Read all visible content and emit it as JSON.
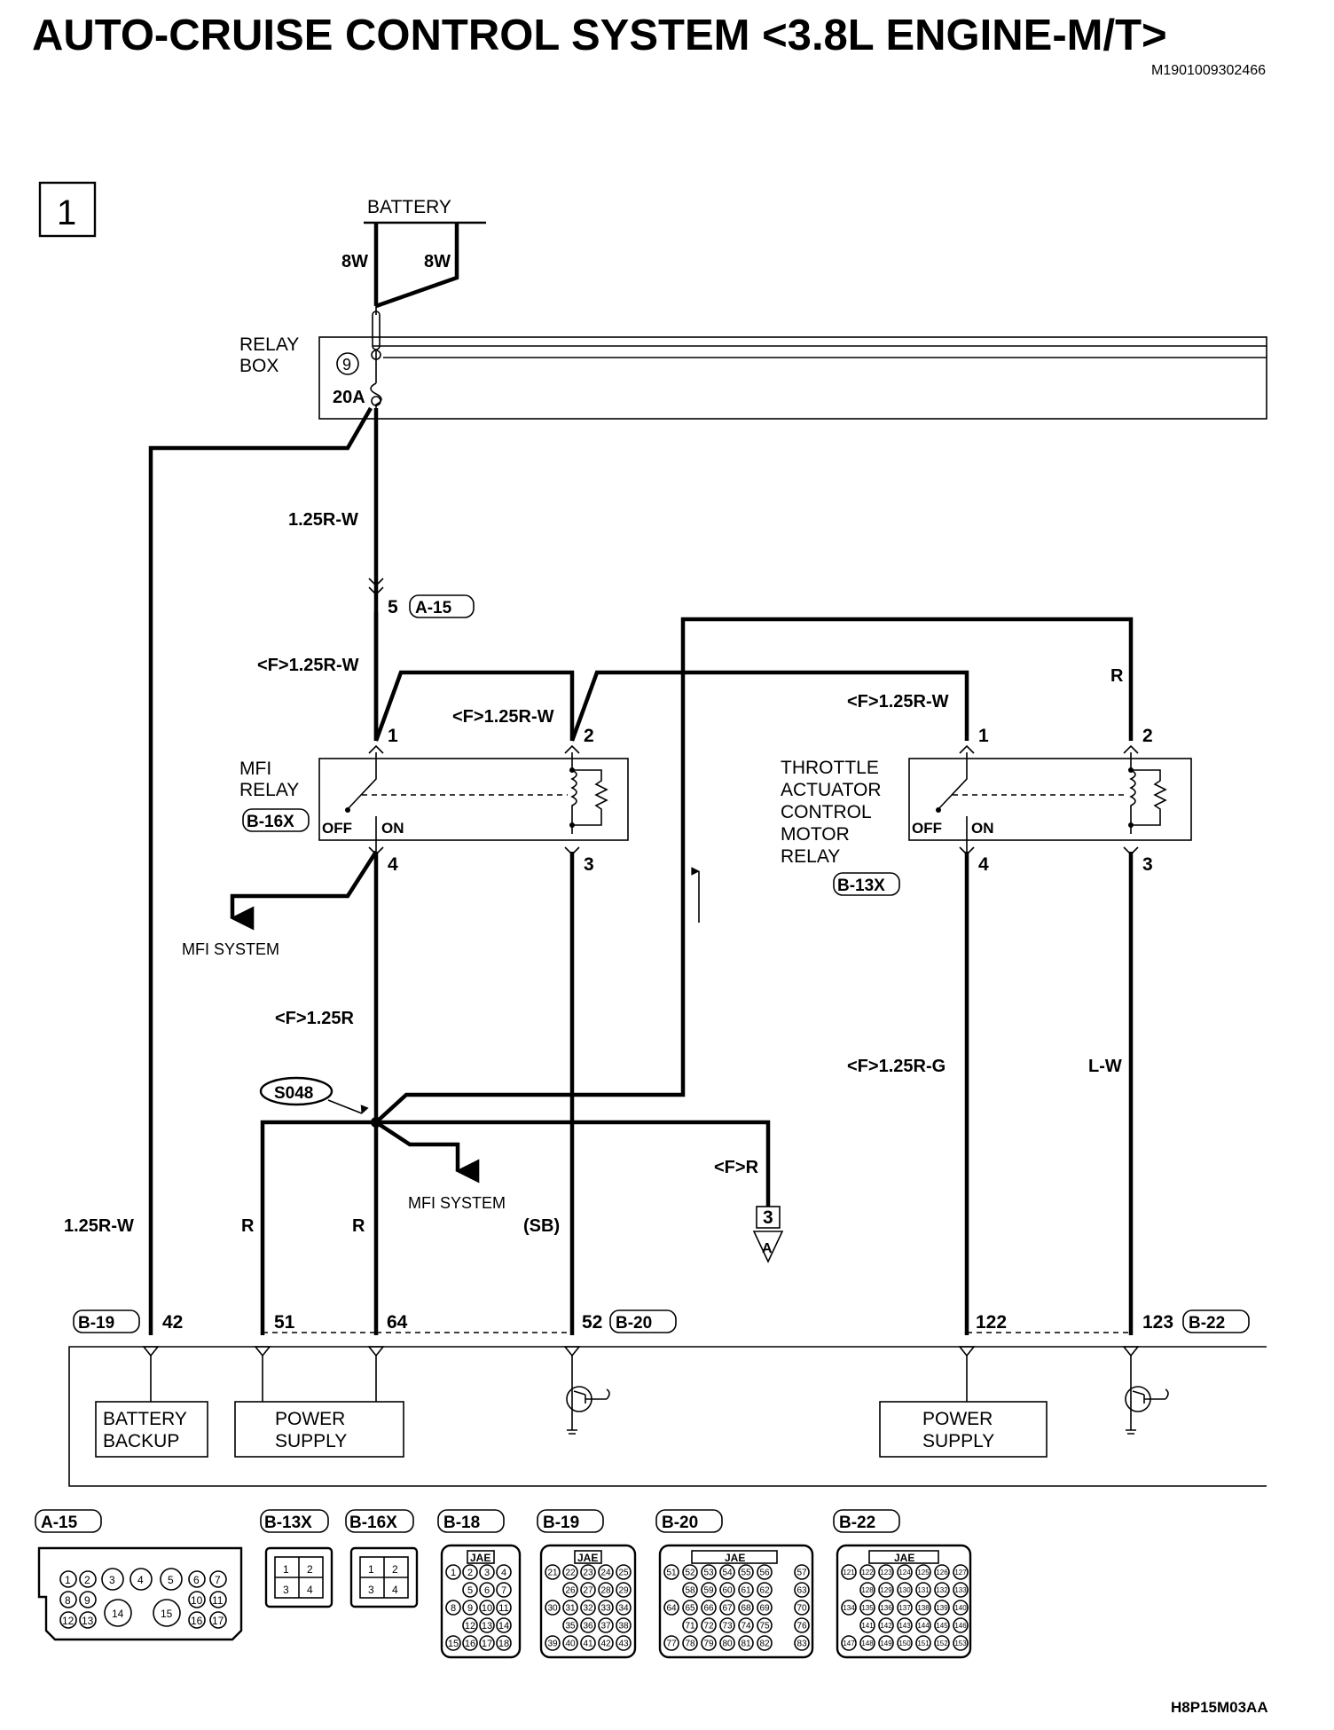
{
  "page_title": "AUTO-CRUISE CONTROL SYSTEM <3.8L ENGINE-M/T>",
  "doc_id": "M1901009302466",
  "figure_code": "H8P15M03AA",
  "section_number": "1",
  "battery": {
    "label": "BATTERY",
    "wire_left": "8W",
    "wire_right": "8W"
  },
  "relay_box": {
    "label_line1": "RELAY",
    "label_line2": "BOX",
    "fuse_number": "9",
    "fuse_rating": "20A"
  },
  "wires": {
    "main_feed": "1.25R-W",
    "to_relay": "<F>1.25R-W",
    "mfi_pin2": "<F>1.25R-W",
    "tac_pin1": "<F>1.25R-W",
    "tac_pin2": "R",
    "mfi_out": "<F>1.25R",
    "tac_out": "<F>1.25R-G",
    "tac_coil": "L-W",
    "backup": "1.25R-W",
    "pwr51": "R",
    "pwr64": "R",
    "to_a": "<F>R",
    "sb": "(SB)"
  },
  "connector_a15": {
    "pin": "5",
    "name": "A-15"
  },
  "mfi_relay": {
    "label_line1": "MFI",
    "label_line2": "RELAY",
    "connector": "B-16X",
    "off": "OFF",
    "on": "ON",
    "pins": [
      "1",
      "2",
      "4",
      "3"
    ]
  },
  "tac_relay": {
    "label_lines": [
      "THROTTLE",
      "ACTUATOR",
      "CONTROL",
      "MOTOR",
      "RELAY"
    ],
    "connector": "B-13X",
    "off": "OFF",
    "on": "ON",
    "pins": [
      "1",
      "2",
      "4",
      "3"
    ]
  },
  "mfi_system": "MFI SYSTEM",
  "splice": "S048",
  "offpage": {
    "number": "3",
    "letter": "A"
  },
  "ecu": {
    "pins": {
      "p42": "42",
      "p51": "51",
      "p64": "64",
      "p52": "52",
      "p122": "122",
      "p123": "123"
    },
    "connectors": {
      "b19": "B-19",
      "b20": "B-20",
      "b22": "B-22"
    },
    "battery_backup": [
      "BATTERY",
      "BACKUP"
    ],
    "power_supply": [
      "POWER",
      "SUPPLY"
    ],
    "power_supply_2": [
      "POWER",
      "SUPPLY"
    ]
  },
  "connector_views": {
    "a15": {
      "name": "A-15",
      "pins": [
        "1",
        "2",
        "3",
        "4",
        "5",
        "6",
        "7",
        "8",
        "9",
        "10",
        "11",
        "12",
        "13",
        "14",
        "15",
        "16",
        "17"
      ]
    },
    "b13x": {
      "name": "B-13X",
      "pins": [
        "1",
        "2",
        "3",
        "4"
      ]
    },
    "b16x": {
      "name": "B-16X",
      "pins": [
        "1",
        "2",
        "3",
        "4"
      ]
    },
    "b18": {
      "name": "B-18",
      "tag": "JAE",
      "pins": [
        "1",
        "2",
        "3",
        "4",
        "5",
        "6",
        "7",
        "8",
        "9",
        "10",
        "11",
        "12",
        "13",
        "14",
        "15",
        "16",
        "17",
        "18"
      ]
    },
    "b19": {
      "name": "B-19",
      "tag": "JAE",
      "pins": [
        "21",
        "22",
        "23",
        "24",
        "25",
        "26",
        "27",
        "28",
        "29",
        "30",
        "31",
        "32",
        "33",
        "34",
        "35",
        "36",
        "37",
        "38",
        "39",
        "40",
        "41",
        "42",
        "43"
      ]
    },
    "b20": {
      "name": "B-20",
      "tag": "JAE",
      "pins": [
        "51",
        "52",
        "53",
        "54",
        "55",
        "56",
        "57",
        "58",
        "59",
        "60",
        "61",
        "62",
        "63",
        "64",
        "65",
        "66",
        "67",
        "68",
        "69",
        "70",
        "71",
        "72",
        "73",
        "74",
        "75",
        "76",
        "77",
        "78",
        "79",
        "80",
        "81",
        "82",
        "83"
      ]
    },
    "b22": {
      "name": "B-22",
      "tag": "JAE",
      "pins": [
        "121",
        "122",
        "123",
        "124",
        "125",
        "126",
        "127",
        "128",
        "129",
        "130",
        "131",
        "132",
        "133",
        "134",
        "135",
        "136",
        "137",
        "138",
        "139",
        "140",
        "141",
        "142",
        "143",
        "144",
        "145",
        "146",
        "147",
        "148",
        "149",
        "150",
        "151",
        "152",
        "153"
      ]
    }
  }
}
